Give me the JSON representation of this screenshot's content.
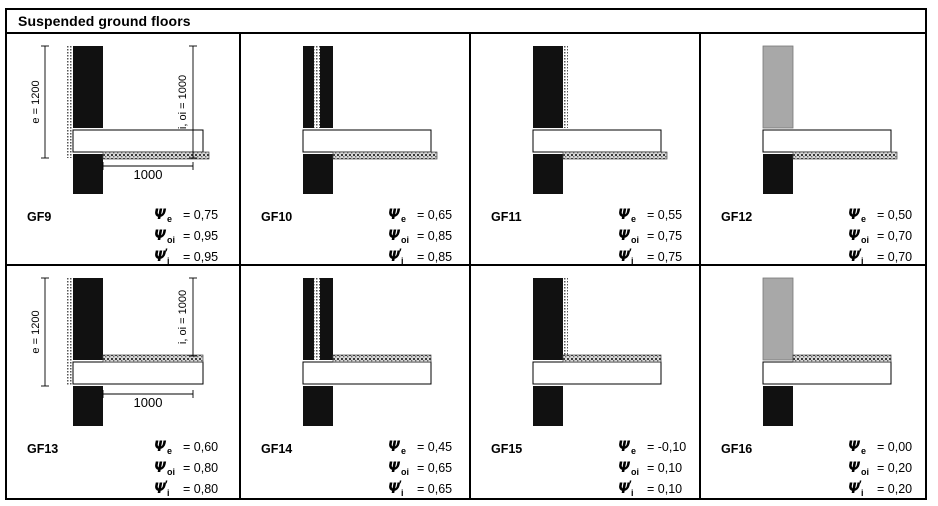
{
  "header": {
    "title": "Suspended ground floors"
  },
  "dimensions": {
    "external_label": "e = 1200",
    "internal_label": "i, oi = 1000",
    "horizontal_label": "1000"
  },
  "symbols": {
    "psi": "Ψ",
    "sub_e": "e",
    "sub_oi": "oi",
    "sub_i": "i",
    "prime": "′",
    "equals": "="
  },
  "colors": {
    "wall_solid": "#111111",
    "wall_grey": "#a8a8a8",
    "slab_fill": "#ffffff",
    "insulation": "#d9d9d9",
    "border": "#000000",
    "text": "#000000"
  },
  "cells": [
    {
      "code": "GF9",
      "variant": "dimensioned",
      "insulation_position": "below-slab",
      "wall_top_fill": "solid",
      "values": [
        {
          "sub": "e",
          "prime": false,
          "value": "0,75"
        },
        {
          "sub": "oi",
          "prime": false,
          "value": "0,95"
        },
        {
          "sub": "i",
          "prime": true,
          "value": "0,95"
        }
      ]
    },
    {
      "code": "GF10",
      "variant": "cavity",
      "insulation_position": "below-slab",
      "wall_top_fill": "cavity",
      "values": [
        {
          "sub": "e",
          "prime": false,
          "value": "0,65"
        },
        {
          "sub": "oi",
          "prime": false,
          "value": "0,85"
        },
        {
          "sub": "i",
          "prime": true,
          "value": "0,85"
        }
      ]
    },
    {
      "code": "GF11",
      "variant": "inner-insulated",
      "insulation_position": "below-slab",
      "wall_top_fill": "solid",
      "values": [
        {
          "sub": "e",
          "prime": false,
          "value": "0,55"
        },
        {
          "sub": "oi",
          "prime": false,
          "value": "0,75"
        },
        {
          "sub": "i",
          "prime": true,
          "value": "0,75"
        }
      ]
    },
    {
      "code": "GF12",
      "variant": "grey-wall",
      "insulation_position": "below-slab",
      "wall_top_fill": "grey",
      "values": [
        {
          "sub": "e",
          "prime": false,
          "value": "0,50"
        },
        {
          "sub": "oi",
          "prime": false,
          "value": "0,70"
        },
        {
          "sub": "i",
          "prime": true,
          "value": "0,70"
        }
      ]
    },
    {
      "code": "GF13",
      "variant": "dimensioned",
      "insulation_position": "above-slab",
      "wall_top_fill": "solid",
      "values": [
        {
          "sub": "e",
          "prime": false,
          "value": "0,60"
        },
        {
          "sub": "oi",
          "prime": false,
          "value": "0,80"
        },
        {
          "sub": "i",
          "prime": true,
          "value": "0,80"
        }
      ]
    },
    {
      "code": "GF14",
      "variant": "cavity",
      "insulation_position": "above-slab",
      "wall_top_fill": "cavity",
      "values": [
        {
          "sub": "e",
          "prime": false,
          "value": "0,45"
        },
        {
          "sub": "oi",
          "prime": false,
          "value": "0,65"
        },
        {
          "sub": "i",
          "prime": true,
          "value": "0,65"
        }
      ]
    },
    {
      "code": "GF15",
      "variant": "inner-insulated",
      "insulation_position": "above-slab",
      "wall_top_fill": "solid",
      "values": [
        {
          "sub": "e",
          "prime": false,
          "value": "-0,10"
        },
        {
          "sub": "oi",
          "prime": false,
          "value": "0,10"
        },
        {
          "sub": "i",
          "prime": true,
          "value": "0,10"
        }
      ]
    },
    {
      "code": "GF16",
      "variant": "grey-wall",
      "insulation_position": "above-slab",
      "wall_top_fill": "grey",
      "values": [
        {
          "sub": "e",
          "prime": false,
          "value": "0,00"
        },
        {
          "sub": "oi",
          "prime": false,
          "value": "0,20"
        },
        {
          "sub": "i",
          "prime": true,
          "value": "0,20"
        }
      ]
    }
  ]
}
